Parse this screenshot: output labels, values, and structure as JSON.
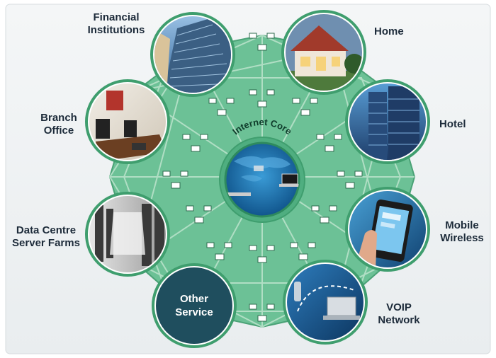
{
  "diagram": {
    "core_label": "Internet Core",
    "nodes": [
      {
        "id": "financial",
        "label": "Financial Institutions",
        "lines": [
          "Financial",
          "Institutions"
        ],
        "icon": "office-tower-photo"
      },
      {
        "id": "home",
        "label": "Home",
        "lines": [
          "Home"
        ],
        "icon": "house-photo"
      },
      {
        "id": "hotel",
        "label": "Hotel",
        "lines": [
          "Hotel"
        ],
        "icon": "skyscraper-photo"
      },
      {
        "id": "mobile",
        "label": "Mobile Wireless",
        "lines": [
          "Mobile",
          "Wireless"
        ],
        "icon": "smartphone-photo"
      },
      {
        "id": "voip",
        "label": "VOIP Network",
        "lines": [
          "VOIP",
          "Network"
        ],
        "icon": "laptop-phone-photo"
      },
      {
        "id": "other",
        "label": "Other Service",
        "lines": [
          "Other",
          "Service"
        ],
        "icon": "none"
      },
      {
        "id": "datacentre",
        "label": "Data Centre Server Farms",
        "lines": [
          "Data Centre",
          "Server Farms"
        ],
        "icon": "server-racks-photo"
      },
      {
        "id": "branch",
        "label": "Branch Office",
        "lines": [
          "Branch",
          "Office"
        ],
        "icon": "meeting-room-photo"
      }
    ],
    "colors": {
      "mesh": "#5fb98a",
      "mesh_dark": "#3f9e6e",
      "ring": "#2e8a5e",
      "core": "#1f6fa8",
      "other_fill": "#1e4d5c",
      "text": "#1d2b3a"
    }
  }
}
